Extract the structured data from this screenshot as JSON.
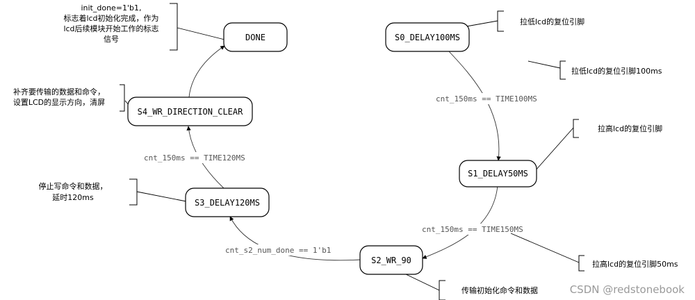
{
  "states": {
    "done": "DONE",
    "s0": "S0_DELAY100MS",
    "s1": "S1_DELAY50MS",
    "s2": "S2_WR_90",
    "s3": "S3_DELAY120MS",
    "s4": "S4_WR_DIRECTION_CLEAR"
  },
  "transitions": {
    "s0_s1": "cnt_150ms == TIME100MS",
    "s1_s2": "cnt_150ms == TIME150MS",
    "s2_s3": "cnt_s2_num_done == 1'b1",
    "s3_s4": "cnt_150ms == TIME120MS"
  },
  "notes": {
    "done": [
      "init_done=1'b1,",
      "标志着lcd初始化完成，作为",
      "lcd后续模块开始工作的标志",
      "信号"
    ],
    "s4": [
      "补齐要传输的数据和命令，",
      "设置LCD的显示方向，清屏"
    ],
    "s3": [
      "停止写命令和数据，",
      "延时120ms"
    ],
    "s0_reset_low": "拉低lcd的复位引脚",
    "s0_reset_low_100ms": "拉低lcd的复位引脚100ms",
    "s1_reset_high": "拉高lcd的复位引脚",
    "s1_reset_high_50ms": "拉高lcd的复位引脚50ms",
    "s2_transfer": "传输初始化命令和数据"
  },
  "watermark": "CSDN @redstonebook"
}
